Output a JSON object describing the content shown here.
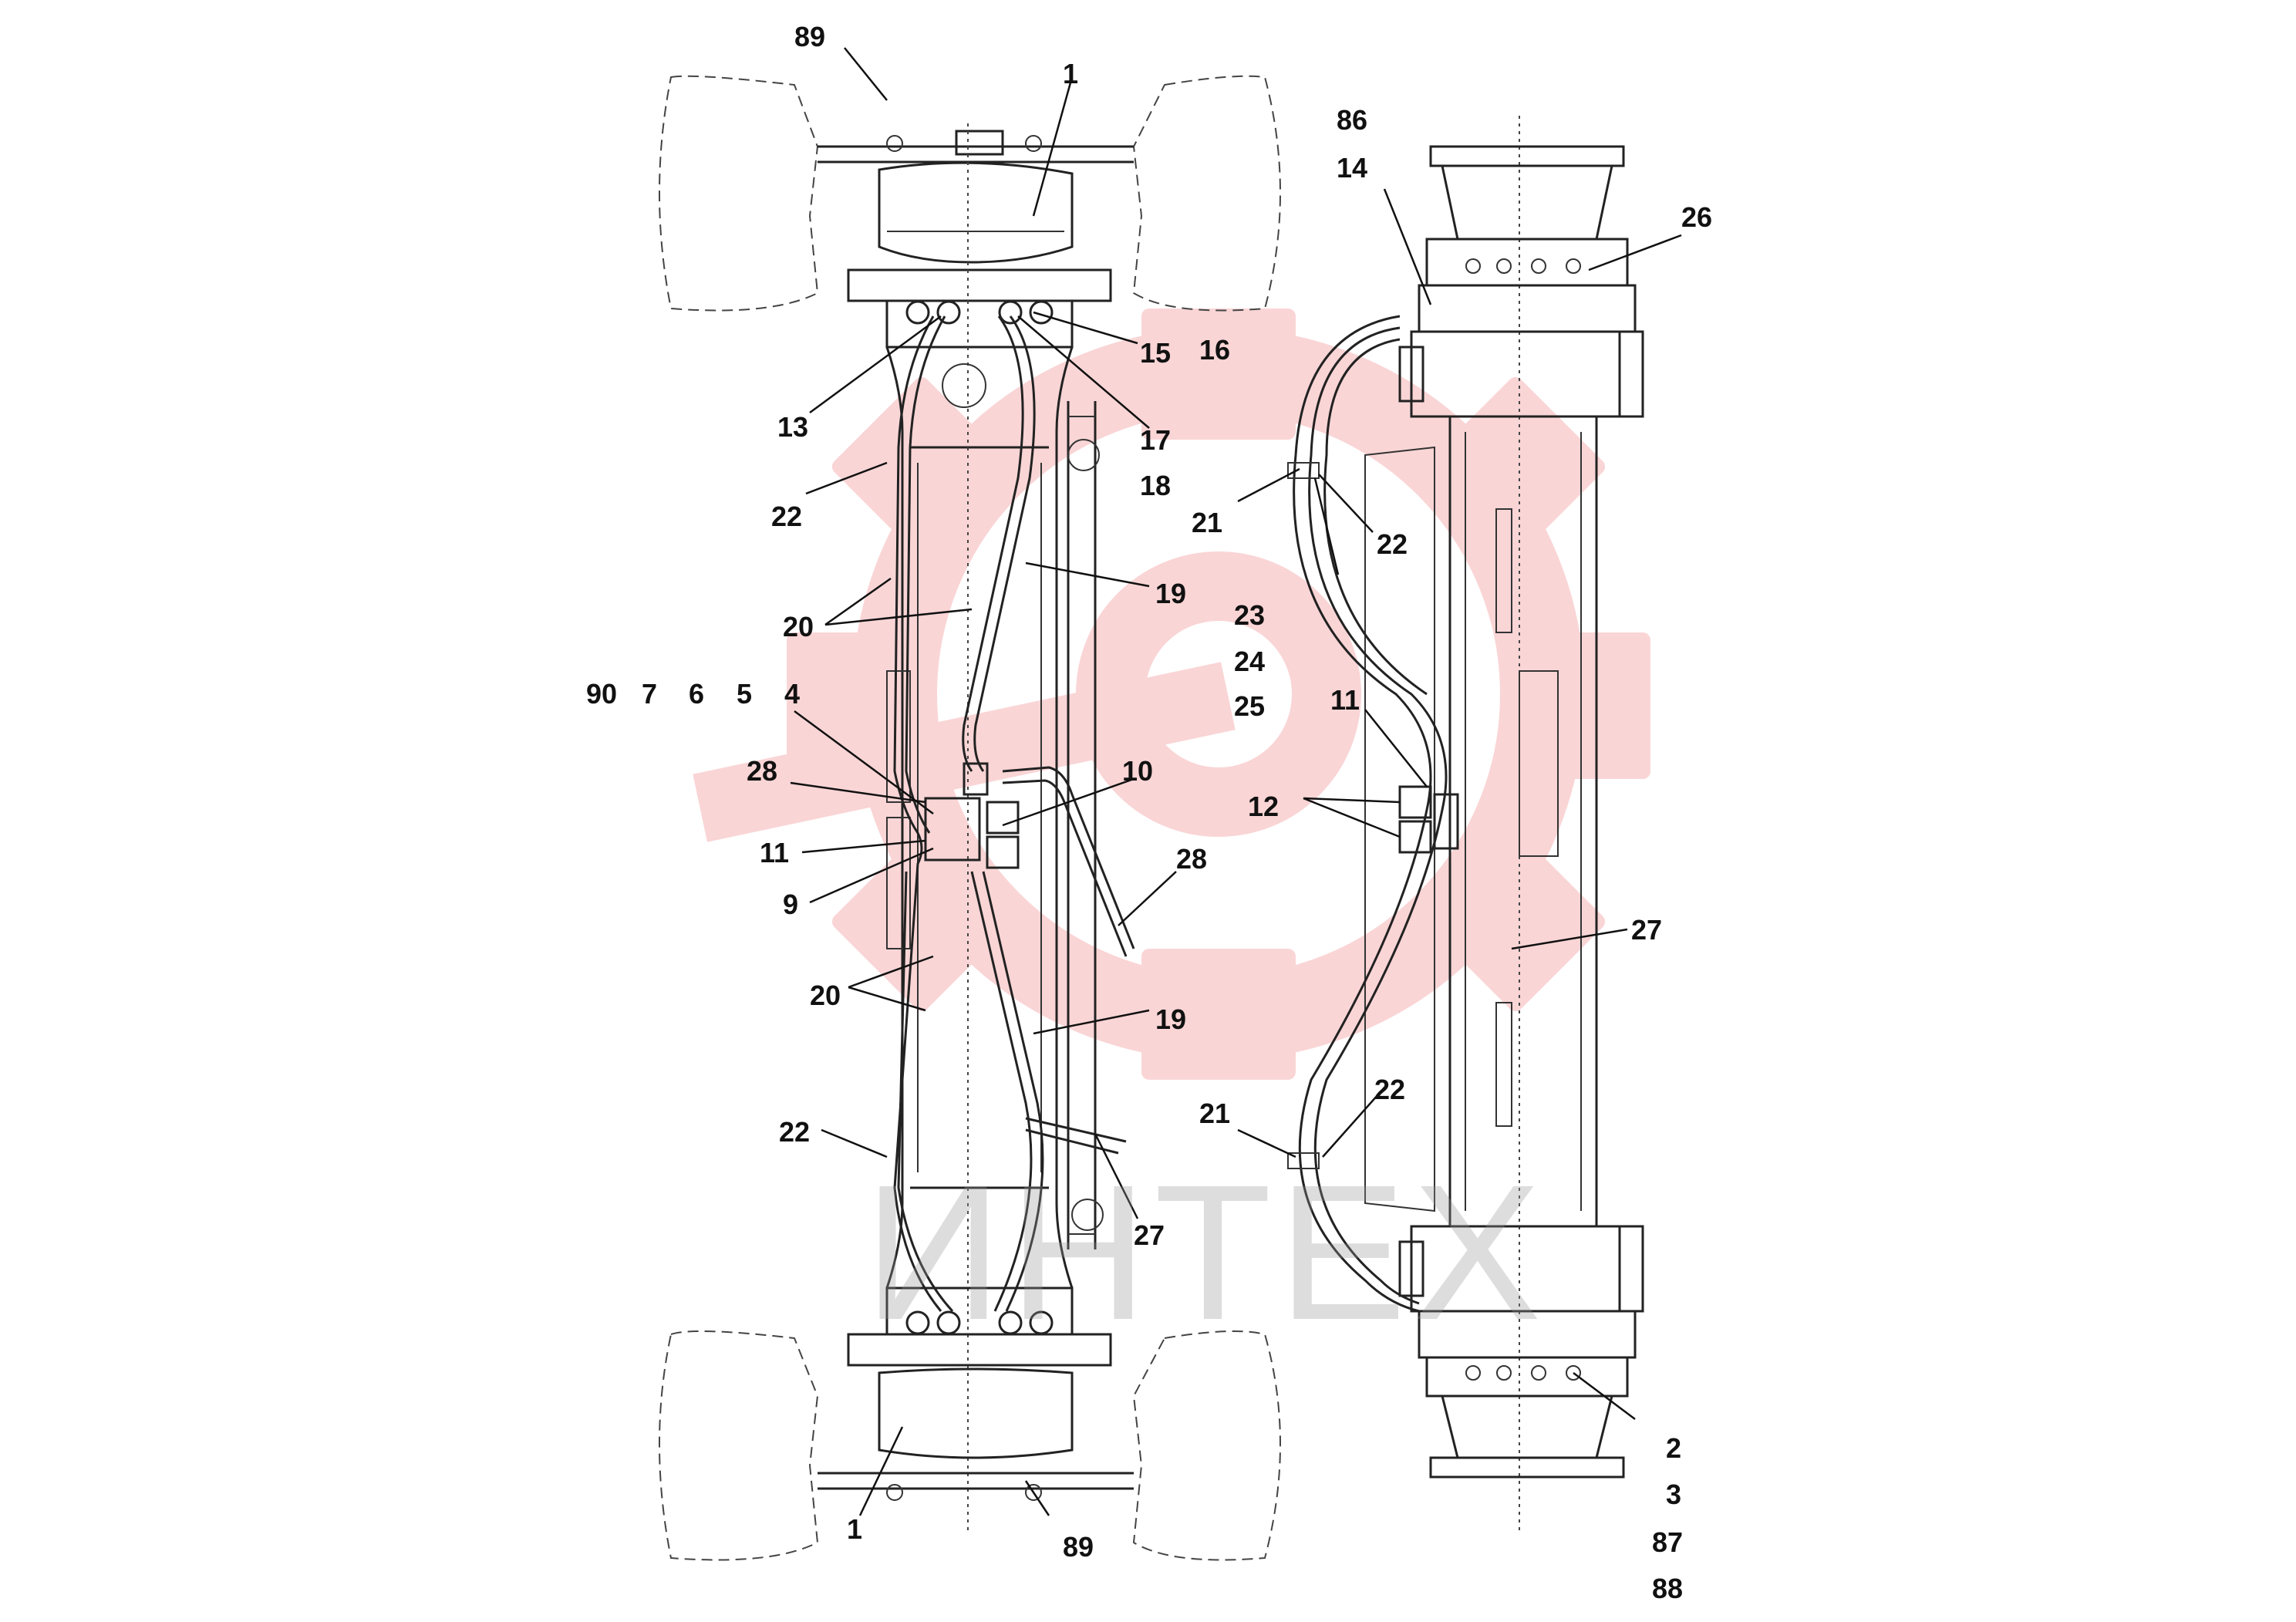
{
  "watermark": {
    "text": "ИНТЕХ",
    "color": "#e8333a"
  },
  "callouts": [
    {
      "id": "c89a",
      "text": "89"
    },
    {
      "id": "c1a",
      "text": "1"
    },
    {
      "id": "c86",
      "text": "86"
    },
    {
      "id": "c14",
      "text": "14"
    },
    {
      "id": "c26",
      "text": "26"
    },
    {
      "id": "c15",
      "text": "15"
    },
    {
      "id": "c16",
      "text": "16"
    },
    {
      "id": "c13",
      "text": "13"
    },
    {
      "id": "c17",
      "text": "17"
    },
    {
      "id": "c18",
      "text": "18"
    },
    {
      "id": "c22a",
      "text": "22"
    },
    {
      "id": "c21a",
      "text": "21"
    },
    {
      "id": "c22b",
      "text": "22"
    },
    {
      "id": "c19a",
      "text": "19"
    },
    {
      "id": "c20a",
      "text": "20"
    },
    {
      "id": "c23",
      "text": "23"
    },
    {
      "id": "c24",
      "text": "24"
    },
    {
      "id": "c25",
      "text": "25"
    },
    {
      "id": "c90",
      "text": "90"
    },
    {
      "id": "c7",
      "text": "7"
    },
    {
      "id": "c6",
      "text": "6"
    },
    {
      "id": "c5",
      "text": "5"
    },
    {
      "id": "c4",
      "text": "4"
    },
    {
      "id": "c11a",
      "text": "11"
    },
    {
      "id": "c28a",
      "text": "28"
    },
    {
      "id": "c10",
      "text": "10"
    },
    {
      "id": "c12",
      "text": "12"
    },
    {
      "id": "c11b",
      "text": "11"
    },
    {
      "id": "c28b",
      "text": "28"
    },
    {
      "id": "c9",
      "text": "9"
    },
    {
      "id": "c27a",
      "text": "27"
    },
    {
      "id": "c20b",
      "text": "20"
    },
    {
      "id": "c19b",
      "text": "19"
    },
    {
      "id": "c22c",
      "text": "22"
    },
    {
      "id": "c21b",
      "text": "21"
    },
    {
      "id": "c22d",
      "text": "22"
    },
    {
      "id": "c27b",
      "text": "27"
    },
    {
      "id": "c2",
      "text": "2"
    },
    {
      "id": "c3",
      "text": "3"
    },
    {
      "id": "c1b",
      "text": "1"
    },
    {
      "id": "c89b",
      "text": "89"
    },
    {
      "id": "c87",
      "text": "87"
    },
    {
      "id": "c88",
      "text": "88"
    }
  ]
}
